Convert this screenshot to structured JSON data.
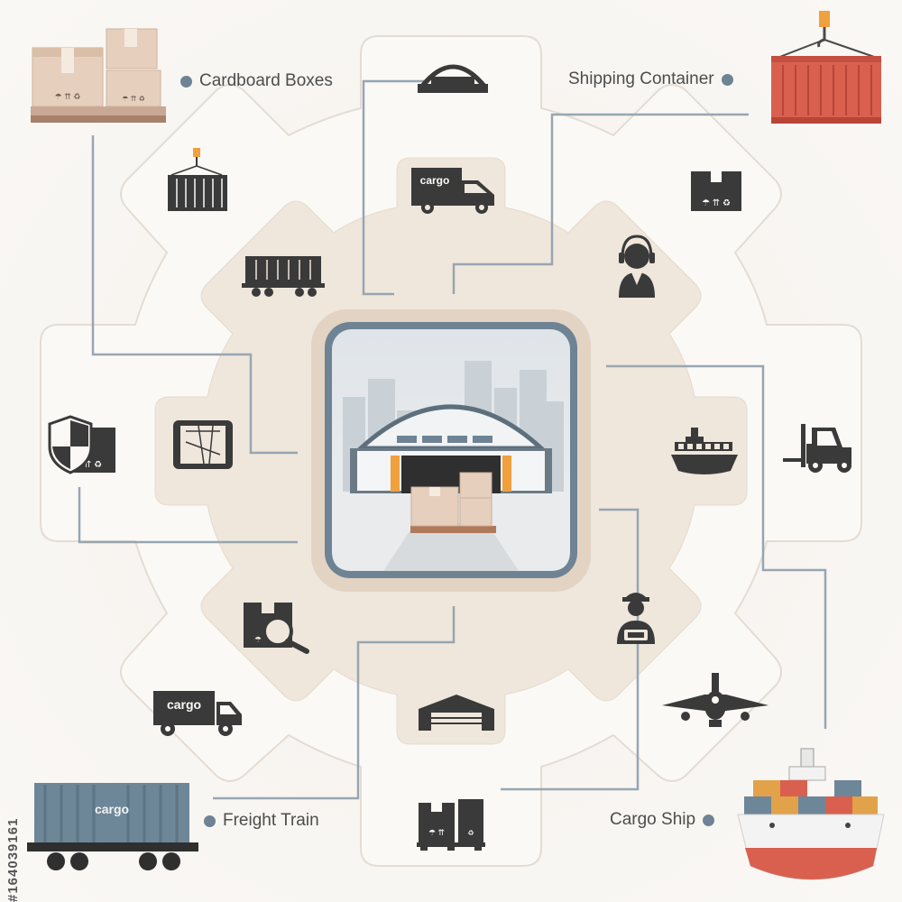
{
  "labels": {
    "cardboard_boxes": "Cardboard Boxes",
    "shipping_container": "Shipping Container",
    "freight_train": "Freight Train",
    "cargo_ship": "Cargo Ship"
  },
  "cargo_text": "cargo",
  "stock_id": "#164039161",
  "colors": {
    "icon": "#3a3a3a",
    "connector": "#8a9aa6",
    "gear_outer": "#fbf9f6",
    "gear_inner": "#efe5db",
    "frame": "#e3d3c3",
    "frame_inner": "#6e8394",
    "container_red": "#d9604f",
    "box_tan": "#e6d0bd",
    "train_blue": "#6d8798",
    "dot": "#6e8394"
  },
  "icons": [
    "hangar-icon",
    "crane-container-icon",
    "cargo-van-icon",
    "box-icon",
    "rail-wagon-icon",
    "headset-operator-icon",
    "shield-box-icon",
    "gps-tablet-icon",
    "cargo-ship-icon",
    "forklift-icon",
    "magnifier-box-icon",
    "worker-icon",
    "cargo-truck-icon",
    "warehouse-icon",
    "airplane-icon",
    "pallet-boxes-icon"
  ]
}
